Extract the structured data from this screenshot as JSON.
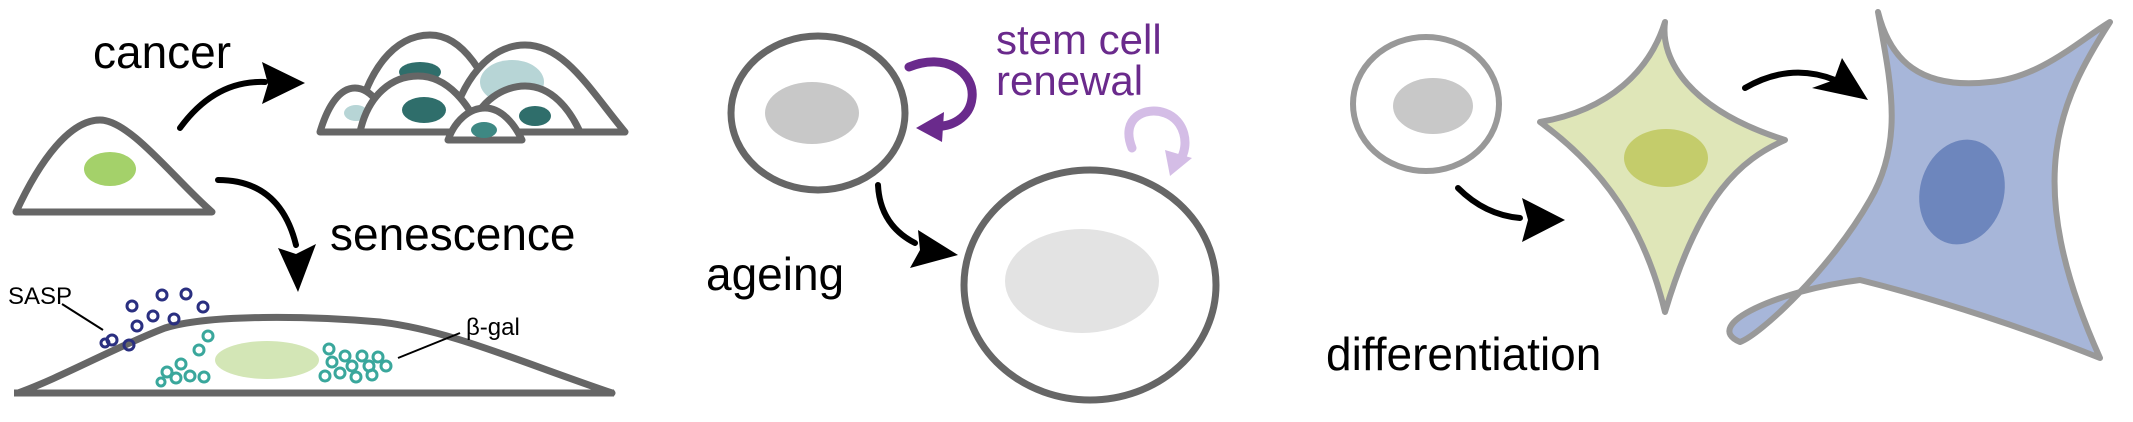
{
  "labels": {
    "cancer": "cancer",
    "senescence": "senescence",
    "sasp": "SASP",
    "beta_gal": "β-gal",
    "stem_cell_line1": "stem cell",
    "stem_cell_line2": "renewal",
    "ageing": "ageing",
    "differentiation": "differentiation"
  },
  "colors": {
    "outline": "#666666",
    "normal_nucleus": "#a4d16a",
    "cancer_nucleus_dark": "#2f6e6b",
    "cancer_nucleus_light": "#b7d5d6",
    "senescent_nucleus": "#d3e6b6",
    "sasp_ring": "#2a2f80",
    "beta_gal_ring": "#3aa79c",
    "stem_nucleus": "#c8c8c8",
    "aged_nucleus": "#e3e3e3",
    "renewal_arrow": "#6a2a8c",
    "renewal_arrow_light": "#d4bde6",
    "diff1_fill": "#dfe6b8",
    "diff1_nucleus": "#c4cc6b",
    "diff2_fill": "#a7b6d9",
    "diff2_nucleus": "#6d86bd"
  }
}
